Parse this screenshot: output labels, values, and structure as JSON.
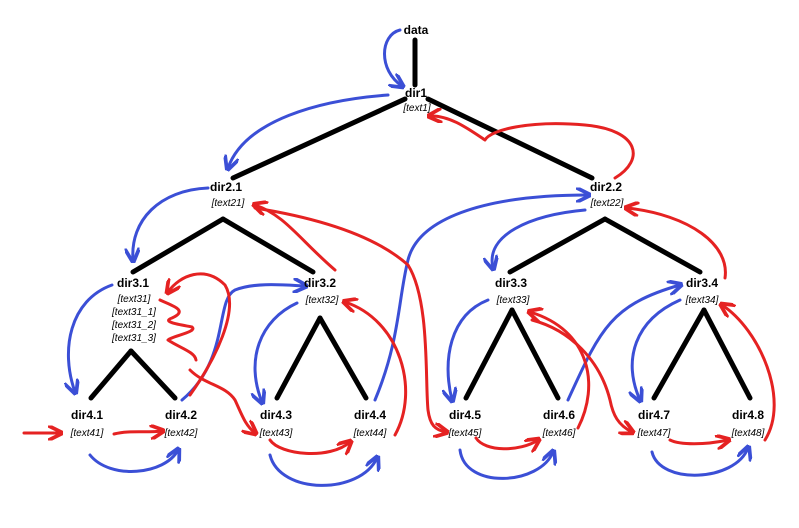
{
  "diagram": {
    "root": {
      "label": "data"
    },
    "nodes": {
      "dir1": {
        "label": "dir1",
        "texts": [
          "[text1]"
        ]
      },
      "dir2_1": {
        "label": "dir2.1",
        "texts": [
          "[text21]"
        ]
      },
      "dir2_2": {
        "label": "dir2.2",
        "texts": [
          "[text22]"
        ]
      },
      "dir3_1": {
        "label": "dir3.1",
        "texts": [
          "[text31]",
          "[text31_1]",
          "[text31_2]",
          "[text31_3]"
        ]
      },
      "dir3_2": {
        "label": "dir3.2",
        "texts": [
          "[text32]"
        ]
      },
      "dir3_3": {
        "label": "dir3.3",
        "texts": [
          "[text33]"
        ]
      },
      "dir3_4": {
        "label": "dir3.4",
        "texts": [
          "[text34]"
        ]
      },
      "dir4_1": {
        "label": "dir4.1",
        "texts": [
          "[text41]"
        ]
      },
      "dir4_2": {
        "label": "dir4.2",
        "texts": [
          "[text42]"
        ]
      },
      "dir4_3": {
        "label": "dir4.3",
        "texts": [
          "[text43]"
        ]
      },
      "dir4_4": {
        "label": "dir4.4",
        "texts": [
          "[text44]"
        ]
      },
      "dir4_5": {
        "label": "dir4.5",
        "texts": [
          "[text45]"
        ]
      },
      "dir4_6": {
        "label": "dir4.6",
        "texts": [
          "[text46]"
        ]
      },
      "dir4_7": {
        "label": "dir4.7",
        "texts": [
          "[text47]"
        ]
      },
      "dir4_8": {
        "label": "dir4.8",
        "texts": [
          "[text48]"
        ]
      }
    },
    "colors": {
      "tree_edges": "#000000",
      "blue_arrows": "#3b4fd6",
      "red_arrows": "#e52222",
      "background": "#ffffff"
    }
  }
}
